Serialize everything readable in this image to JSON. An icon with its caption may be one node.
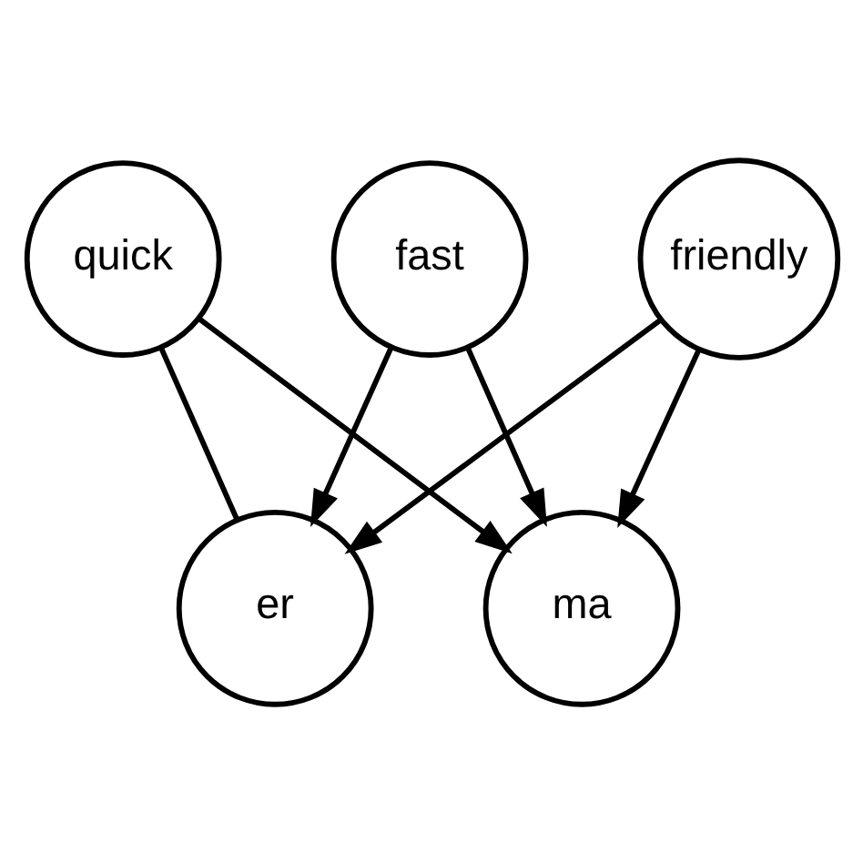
{
  "diagram": {
    "nodes": [
      {
        "text": [
          "quick"
        ]
      },
      {
        "text": [
          "fast"
        ]
      },
      {
        "text": [
          "er"
        ]
      },
      {
        "text": [
          "ma"
        ]
      },
      {
        "text": [
          "friendly"
        ]
      }
    ],
    "edges": [
      {
        "from": 0,
        "to": 2,
        "arrow": "none"
      },
      {
        "from": 0,
        "to": 3,
        "arrow": "to"
      },
      {
        "from": 1,
        "to": 2,
        "arrow": "to"
      },
      {
        "from": 1,
        "to": 3,
        "arrow": "to"
      },
      {
        "from": 4,
        "to": 2,
        "arrow": "to"
      },
      {
        "from": 4,
        "to": 3,
        "arrow": "to"
      }
    ]
  }
}
